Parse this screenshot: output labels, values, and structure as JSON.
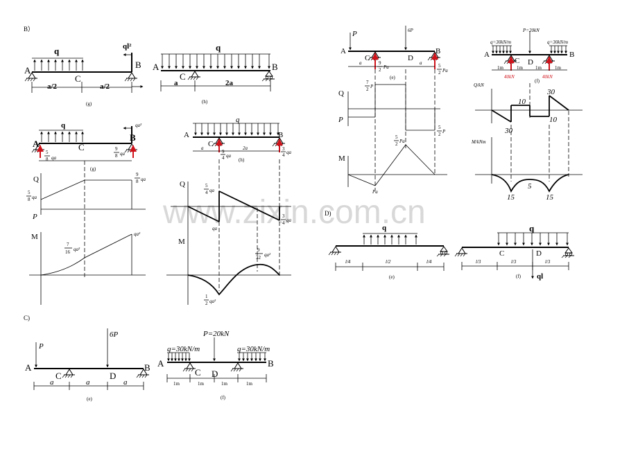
{
  "watermark": "www.zixin.com.cn",
  "sections": {
    "B": "B）",
    "C": "C)",
    "D": "D)"
  },
  "captions": {
    "g": "(g)",
    "h": "(h)",
    "e": "(e)",
    "f": "(f)"
  },
  "labels": {
    "q": "q",
    "ql2": "ql²",
    "A": "A",
    "B": "B",
    "C": "C",
    "D": "D",
    "a": "a",
    "a_half": "a/2",
    "two_a": "2a",
    "P": "P",
    "six_P": "6P",
    "Pa": "Pa",
    "P_20kN": "P=20kN",
    "q30": "q=30kN/m",
    "one_m": "1m",
    "forty_kN": "40kN",
    "Q": "Q",
    "M": "M",
    "Q_kN": "Q/kN",
    "M_kNm": "M/kNm",
    "qa2": "qa²",
    "qa": "qa",
    "ql": "ql",
    "l4": "l/4",
    "l2": "l/2",
    "l3": "l/3"
  },
  "fractions": {
    "five_8": [
      "5",
      "8"
    ],
    "nine_8": [
      "9",
      "8"
    ],
    "seven_16": [
      "7",
      "16"
    ],
    "nine_4": [
      "9",
      "4"
    ],
    "three_4": [
      "3",
      "4"
    ],
    "five_4": [
      "5",
      "4"
    ],
    "one_2": [
      "1",
      "2"
    ],
    "nine_32": [
      "9",
      "32"
    ],
    "seven_2": [
      "7",
      "2"
    ],
    "nine_2": [
      "9",
      "2"
    ],
    "five_2": [
      "5",
      "2"
    ]
  },
  "values": {
    "v10": "10",
    "v30": "30",
    "v5": "5",
    "v15": "15"
  }
}
